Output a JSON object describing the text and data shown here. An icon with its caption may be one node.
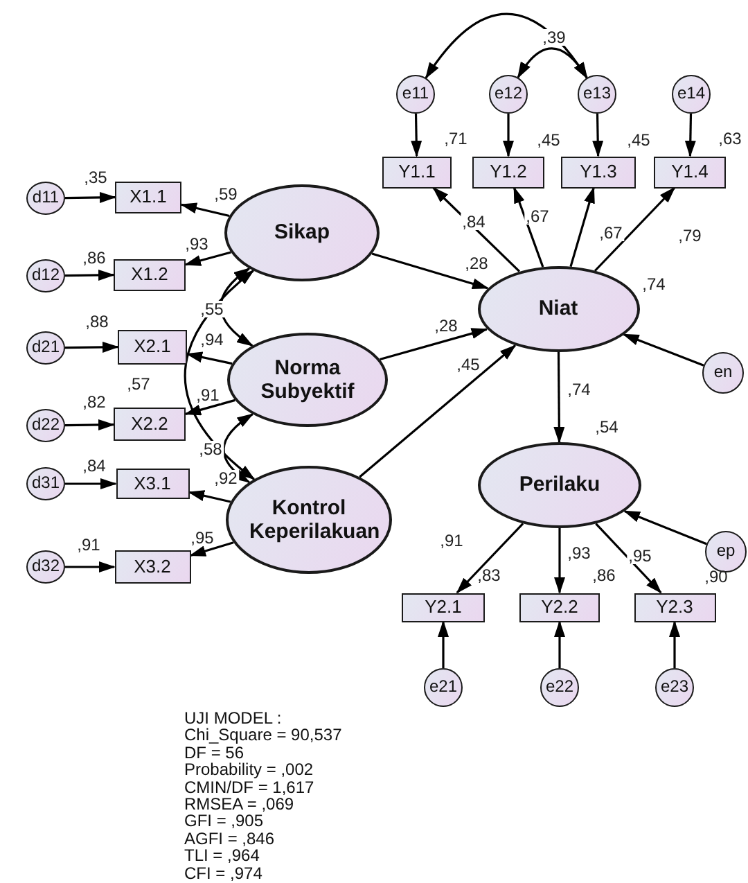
{
  "diagram": {
    "nodes": [
      {
        "text": [
          "d11"
        ]
      },
      {
        "text": [
          "X1.1"
        ],
        "beside": [
          ",35"
        ]
      },
      {
        "text": [
          "d12"
        ]
      },
      {
        "text": [
          "X1.2"
        ],
        "beside": [
          ",86"
        ]
      },
      {
        "text": [
          "d21"
        ]
      },
      {
        "text": [
          "X2.1"
        ],
        "beside": [
          ",88"
        ]
      },
      {
        "text": [
          "d22"
        ]
      },
      {
        "text": [
          "X2.2"
        ],
        "beside": [
          ",82"
        ]
      },
      {
        "text": [
          "d31"
        ]
      },
      {
        "text": [
          "X3.1"
        ],
        "beside": [
          ",84"
        ]
      },
      {
        "text": [
          "d32"
        ]
      },
      {
        "text": [
          "X3.2"
        ],
        "beside": [
          ",91"
        ]
      },
      {
        "text": [
          "Sikap"
        ]
      },
      {
        "text": [
          "Norma Subyektif"
        ]
      },
      {
        "text": [
          "Kontrol Keperilakuan"
        ]
      },
      {
        "text": [
          "e11"
        ]
      },
      {
        "text": [
          "e12"
        ]
      },
      {
        "text": [
          "e13"
        ]
      },
      {
        "text": [
          "e14"
        ]
      },
      {
        "text": [
          "Y1.1"
        ],
        "beside": [
          ",71"
        ]
      },
      {
        "text": [
          "Y1.2"
        ],
        "beside": [
          ",45"
        ]
      },
      {
        "text": [
          "Y1.3"
        ],
        "beside": [
          ",45"
        ]
      },
      {
        "text": [
          "Y1.4"
        ],
        "beside": [
          ",63"
        ]
      },
      {
        "text": [
          "Niat"
        ],
        "beside": [
          ",74"
        ]
      },
      {
        "text": [
          "en"
        ]
      },
      {
        "text": [
          "Perilaku"
        ],
        "beside": [
          ",54"
        ]
      },
      {
        "text": [
          "ep"
        ]
      },
      {
        "text": [
          "Y2.1"
        ],
        "beside": [
          ",83"
        ]
      },
      {
        "text": [
          "Y2.2"
        ],
        "beside": [
          ",86"
        ]
      },
      {
        "text": [
          "Y2.3"
        ],
        "beside": [
          ",90"
        ]
      },
      {
        "text": [
          "e21"
        ]
      },
      {
        "text": [
          "e22"
        ]
      },
      {
        "text": [
          "e23"
        ]
      }
    ],
    "edges": [
      {
        "from": 0,
        "to": 1,
        "arrow": "to"
      },
      {
        "from": 2,
        "to": 3,
        "arrow": "to"
      },
      {
        "from": 4,
        "to": 5,
        "arrow": "to"
      },
      {
        "from": 6,
        "to": 7,
        "arrow": "to"
      },
      {
        "from": 8,
        "to": 9,
        "arrow": "to"
      },
      {
        "from": 10,
        "to": 11,
        "arrow": "to"
      },
      {
        "from": 12,
        "to": 1,
        "arrow": "to",
        "label": ",59"
      },
      {
        "from": 12,
        "to": 3,
        "arrow": "to",
        "label": ",93"
      },
      {
        "from": 13,
        "to": 5,
        "arrow": "to",
        "label": ",94"
      },
      {
        "from": 13,
        "to": 7,
        "arrow": "to",
        "label": ",91"
      },
      {
        "from": 14,
        "to": 9,
        "arrow": "to",
        "label": ",92"
      },
      {
        "from": 14,
        "to": 11,
        "arrow": "to",
        "label": ",95"
      },
      {
        "from": 12,
        "to": 13,
        "arrow": "both",
        "label": ",55"
      },
      {
        "from": 13,
        "to": 14,
        "arrow": "both",
        "label": ",58"
      },
      {
        "from": 12,
        "to": 14,
        "arrow": "both",
        "label": ",57"
      },
      {
        "from": 15,
        "to": 17,
        "arrow": "both"
      },
      {
        "from": 16,
        "to": 17,
        "arrow": "both",
        "label": ",39"
      },
      {
        "from": 15,
        "to": 19,
        "arrow": "to"
      },
      {
        "from": 16,
        "to": 20,
        "arrow": "to"
      },
      {
        "from": 17,
        "to": 21,
        "arrow": "to"
      },
      {
        "from": 18,
        "to": 22,
        "arrow": "to"
      },
      {
        "from": 23,
        "to": 19,
        "arrow": "to",
        "label": ",84"
      },
      {
        "from": 23,
        "to": 20,
        "arrow": "to",
        "label": ",67"
      },
      {
        "from": 23,
        "to": 21,
        "arrow": "to",
        "label": ",67"
      },
      {
        "from": 23,
        "to": 22,
        "arrow": "to",
        "label": ",79"
      },
      {
        "from": 12,
        "to": 23,
        "arrow": "to",
        "label": ",28"
      },
      {
        "from": 13,
        "to": 23,
        "arrow": "to",
        "label": ",28"
      },
      {
        "from": 14,
        "to": 23,
        "arrow": "to",
        "label": ",45"
      },
      {
        "from": 24,
        "to": 23,
        "arrow": "to"
      },
      {
        "from": 23,
        "to": 25,
        "arrow": "to",
        "label": ",74"
      },
      {
        "from": 26,
        "to": 25,
        "arrow": "to"
      },
      {
        "from": 25,
        "to": 27,
        "arrow": "to",
        "label": ",91"
      },
      {
        "from": 25,
        "to": 28,
        "arrow": "to",
        "label": ",93"
      },
      {
        "from": 25,
        "to": 29,
        "arrow": "to",
        "label": ",95"
      },
      {
        "from": 30,
        "to": 27,
        "arrow": "to"
      },
      {
        "from": 31,
        "to": 28,
        "arrow": "to"
      },
      {
        "from": 32,
        "to": 29,
        "arrow": "to"
      }
    ],
    "labels": [
      "UJI MODEL :",
      "Chi_Square = 90,537",
      "DF = 56",
      "Probability = ,002",
      "CMIN/DF = 1,617",
      "RMSEA = ,069",
      "GFI = ,905",
      "AGFI = ,846",
      "TLI = ,964",
      "CFI = ,974"
    ]
  }
}
